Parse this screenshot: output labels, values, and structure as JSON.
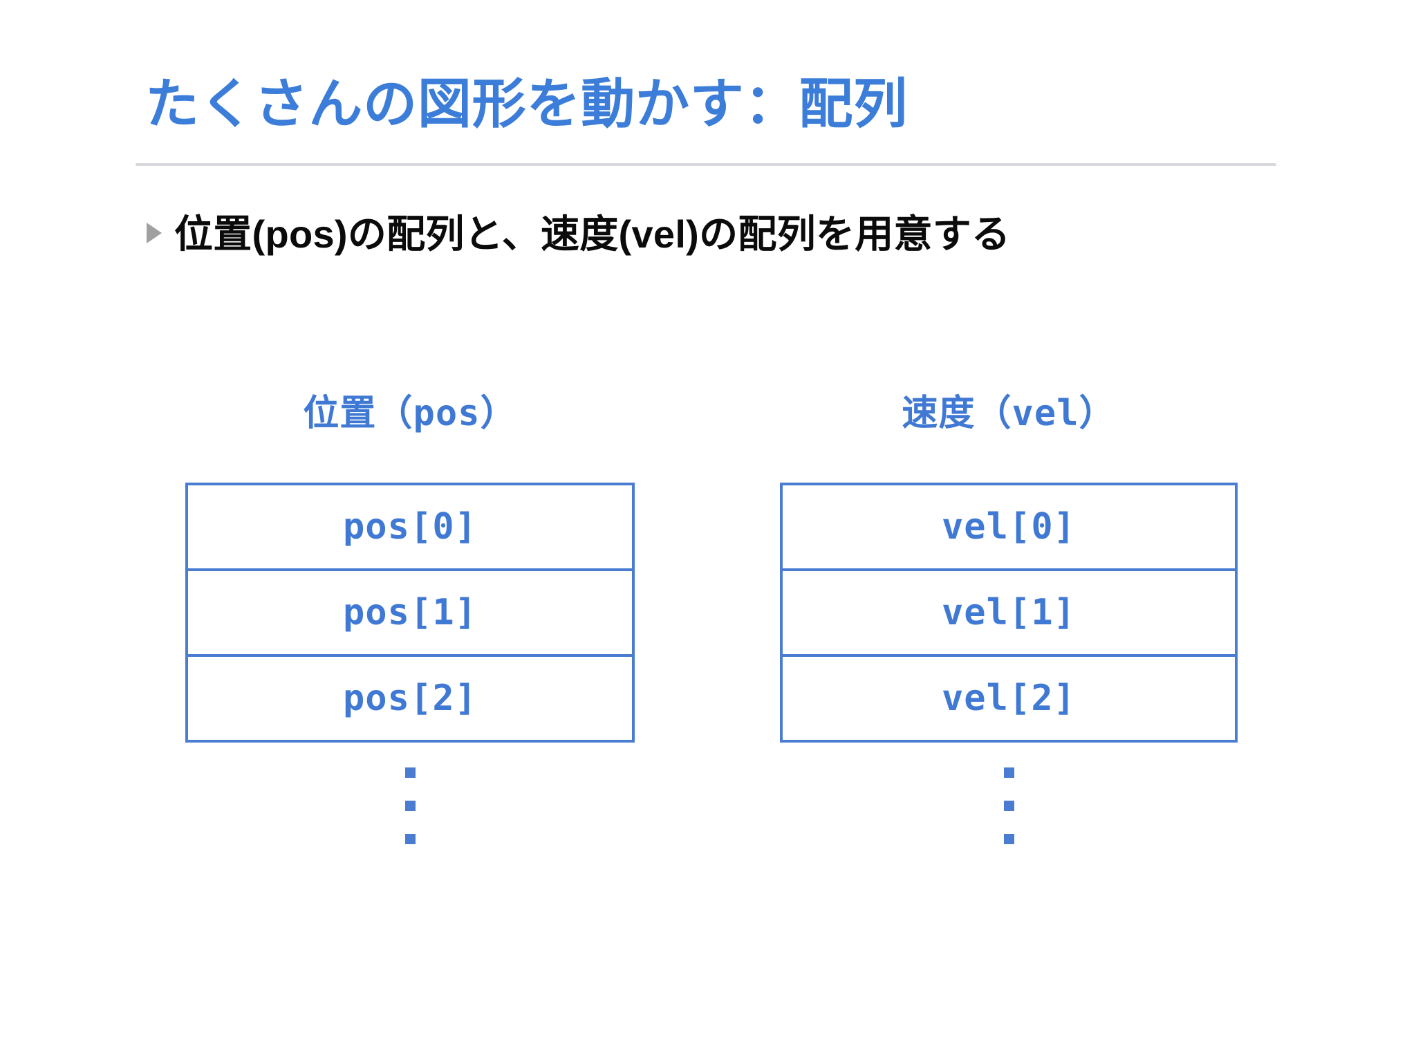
{
  "slide": {
    "title": "たくさんの図形を動かす：配列",
    "title_color": "#3b7dd8",
    "rule_color": "#d7d7dc",
    "bullet": {
      "marker": "triangle-right",
      "marker_color": "#a0a0a0",
      "text": "位置(pos)の配列と、速度(vel)の配列を用意する",
      "text_color": "#0b0b0b"
    },
    "accent_color": "#4a7dd2",
    "background": "#ffffff"
  },
  "diagram": {
    "columns": [
      {
        "header": "位置（pos）",
        "cells": [
          "pos[0]",
          "pos[1]",
          "pos[2]"
        ],
        "continuation": "⋮"
      },
      {
        "header": "速度（vel）",
        "cells": [
          "vel[0]",
          "vel[1]",
          "vel[2]"
        ],
        "continuation": "⋮"
      }
    ]
  }
}
